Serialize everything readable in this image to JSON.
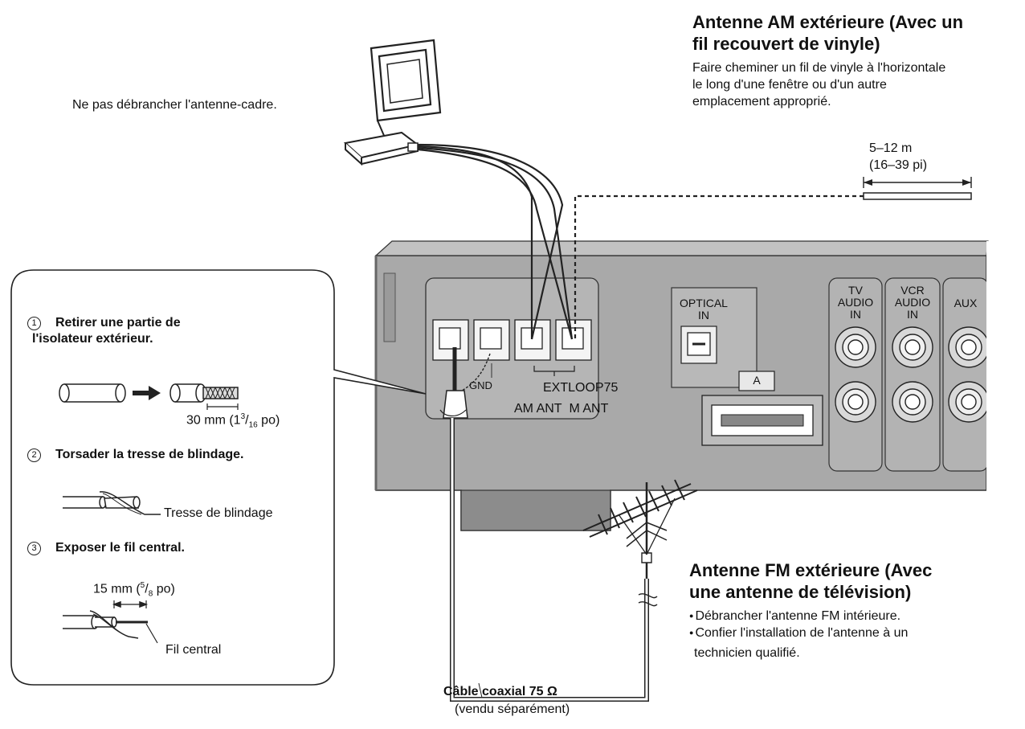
{
  "am_outdoor": {
    "title_line1": "Antenne AM extérieure (Avec un",
    "title_line2": "fil recouvert de vinyle)",
    "desc_line1": "Faire cheminer un fil de vinyle à l'horizontale",
    "desc_line2": "le long d'une fenêtre ou d'un autre",
    "desc_line3": "emplacement approprié.",
    "length_line1": "5–12 m",
    "length_line2": "(16–39 pi)"
  },
  "loop_antenna": {
    "note": "Ne pas débrancher l'antenne-cadre."
  },
  "steps": [
    {
      "num": "1",
      "label_line1": "Retirer une partie de",
      "label_line2": "l'isolateur extérieur."
    },
    {
      "num": "2",
      "label_line1": "Torsader la tresse de blindage."
    },
    {
      "num": "3",
      "label_line1": "Exposer le fil central."
    }
  ],
  "step_details": {
    "strip_length": "30 mm (1",
    "strip_length_sup": "3",
    "strip_length_sub": "16",
    "strip_length_unit": "po)",
    "braid_label": "Tresse de blindage",
    "core_length": "15 mm (",
    "core_length_sup": "5",
    "core_length_sub": "8",
    "core_length_unit": "po)",
    "core_label": "Fil central"
  },
  "panel": {
    "gnd": "GND",
    "ext_loop": "EXTLOOP75",
    "am_ant": "AM ANT",
    "fm_ant": "M ANT",
    "optical_line1": "OPTICAL",
    "optical_line2": "IN",
    "port_a": "A",
    "tv_line1": "TV",
    "tv_line2": "AUDIO",
    "tv_line3": "IN",
    "vcr_line1": "VCR",
    "vcr_line2": "AUDIO",
    "vcr_line3": "IN",
    "aux": "AUX"
  },
  "fm_outdoor": {
    "title_line1": "Antenne FM extérieure (Avec",
    "title_line2": "une antenne de télévision)",
    "bullet1": "Débrancher l'antenne FM intérieure.",
    "bullet2": "Confier l'installation de l'antenne à un",
    "bullet2_cont": "technicien qualifié."
  },
  "cable": {
    "label": "Câble coaxial 75 Ω",
    "note": "(vendu séparément)"
  },
  "colors": {
    "receiver_body": "#a9a9a9",
    "receiver_dark": "#8c8c8c",
    "line": "#222222"
  }
}
